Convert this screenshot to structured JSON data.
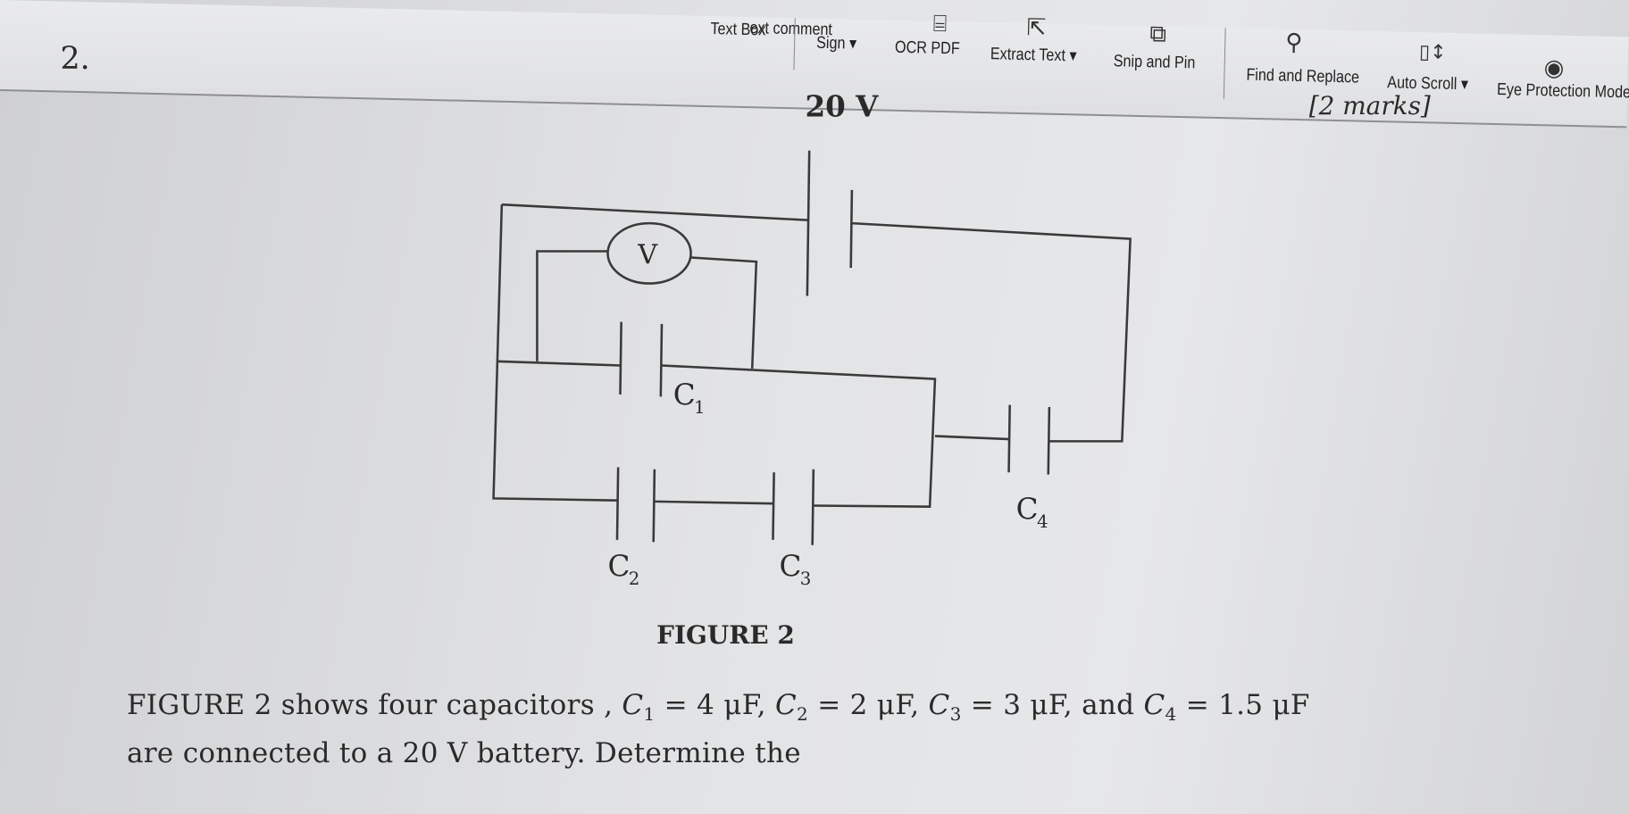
{
  "toolbar": {
    "items": [
      "ext comment",
      "Text Box",
      "Sign",
      "OCR PDF",
      "Extract Text",
      "Snip and Pin",
      "Find and Replace",
      "Auto Scroll",
      "Eye Protection Mode"
    ],
    "dropdown_glyph": "▾",
    "icons": [
      "ocr-icon",
      "extract-text-icon",
      "snip-icon",
      "search-icon",
      "auto-scroll-icon",
      "eye-icon"
    ]
  },
  "question": {
    "number": "2.",
    "marks": "[2 marks]",
    "battery_label": "20 V",
    "voltmeter_label": "V",
    "capacitors": [
      {
        "letter": "C",
        "sub": "1"
      },
      {
        "letter": "C",
        "sub": "2"
      },
      {
        "letter": "C",
        "sub": "3"
      },
      {
        "letter": "C",
        "sub": "4"
      }
    ],
    "figure_caption": "FIGURE 2",
    "text": {
      "lead": "FIGURE 2 shows four capacitors ,",
      "c1": "= 4 μF,",
      "c2": "= 2 μF,",
      "c3": "= 3 μF, and",
      "c4": "= 1.5 μF",
      "line2": "are connected to a 20 V battery. Determine the"
    }
  }
}
